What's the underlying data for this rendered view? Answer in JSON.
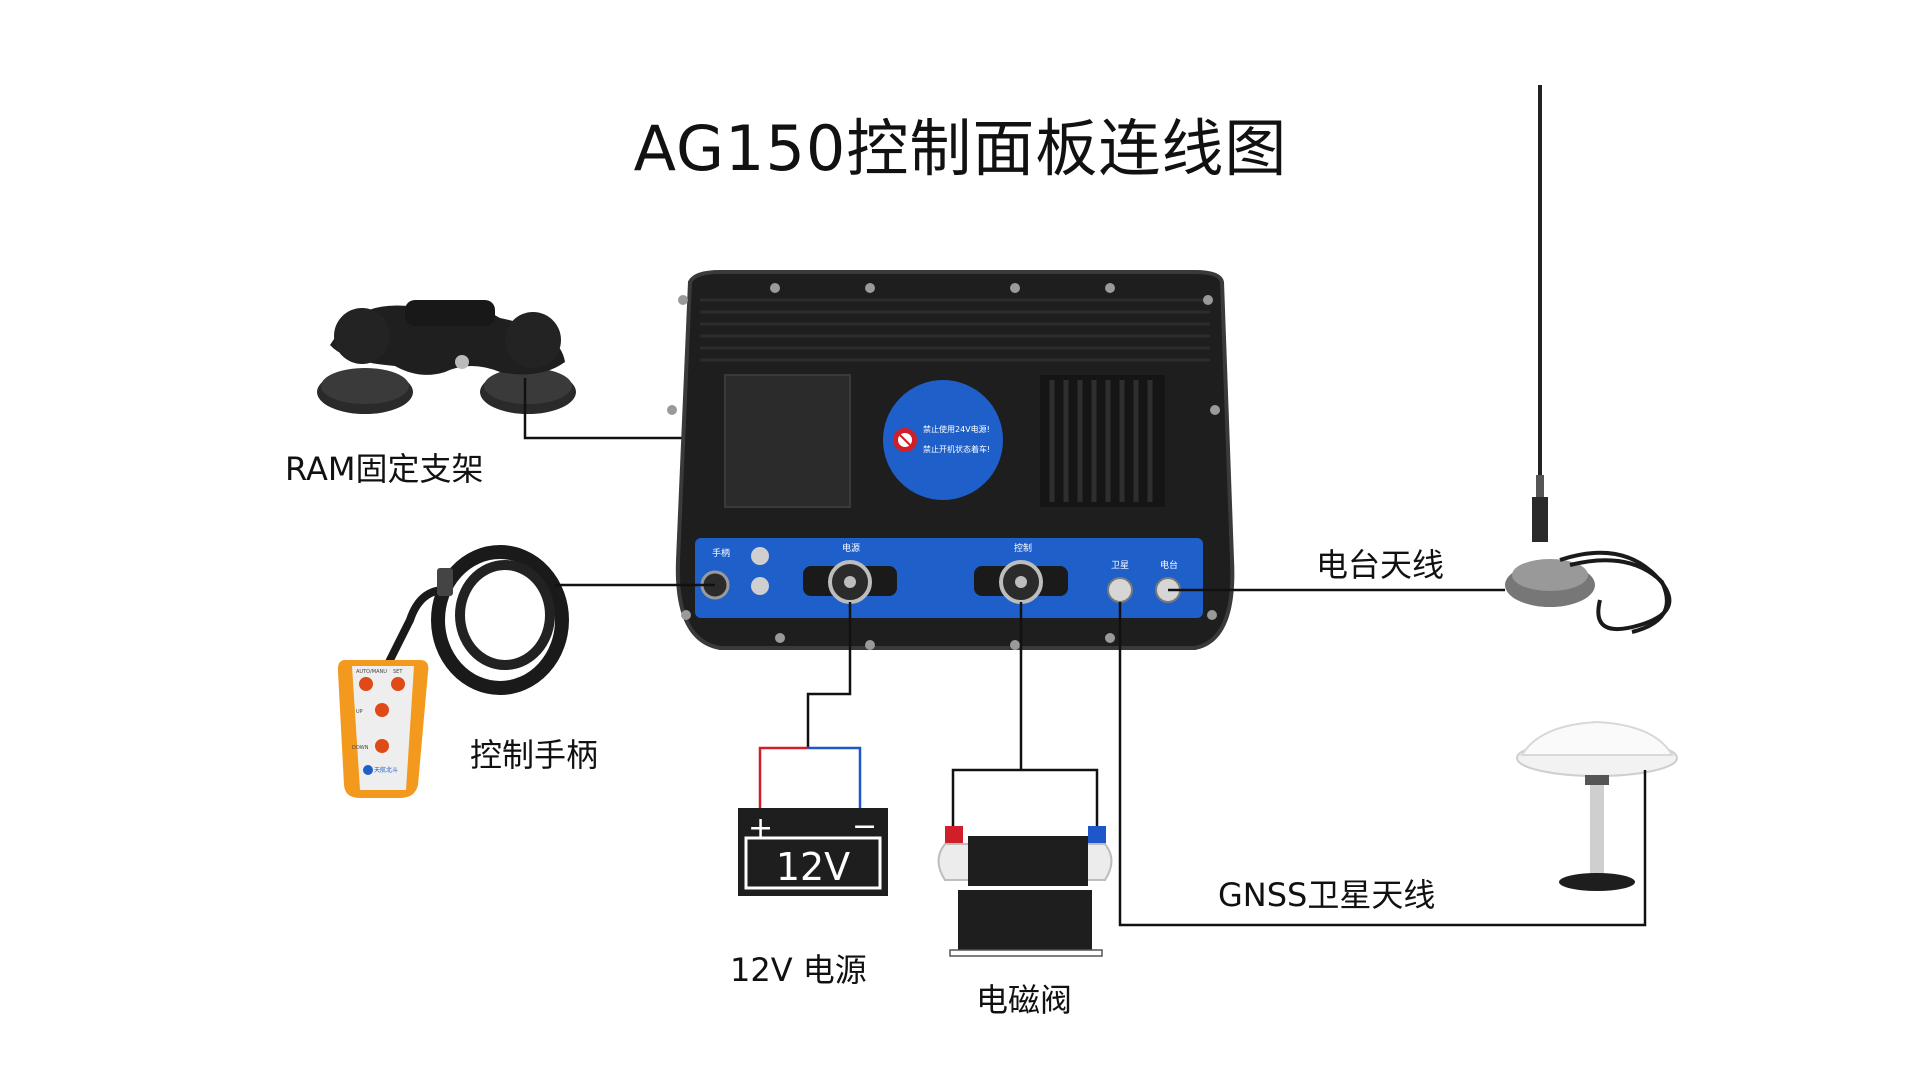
{
  "title": "AG150控制面板连线图",
  "labels": {
    "ram_mount": "RAM固定支架",
    "handle": "控制手柄",
    "radio_antenna": "电台天线",
    "gnss_antenna": "GNSS卫星天线",
    "power": "12V 电源",
    "valve": "电磁阀"
  },
  "battery": {
    "voltage": "12V",
    "plus": "+",
    "minus": "−"
  },
  "panel": {
    "port_handle": "手柄",
    "port_power": "电源",
    "port_control": "控制",
    "port_satellite": "卫星",
    "port_radio": "电台",
    "warning_line1": "禁止使用24V电源!",
    "warning_line2": "禁止开机状态着车!"
  },
  "handle_device": {
    "auto_manual": "AUTO/MANU",
    "set": "SET",
    "up": "UP",
    "down": "DOWN",
    "brand": "天航北斗"
  },
  "colors": {
    "panel_body": "#1e1e1e",
    "connector_strip": "#1f5fc9",
    "battery_red_wire": "#d11f2a",
    "battery_blue_wire": "#1f56c9",
    "handle_orange": "#f39a1e"
  }
}
